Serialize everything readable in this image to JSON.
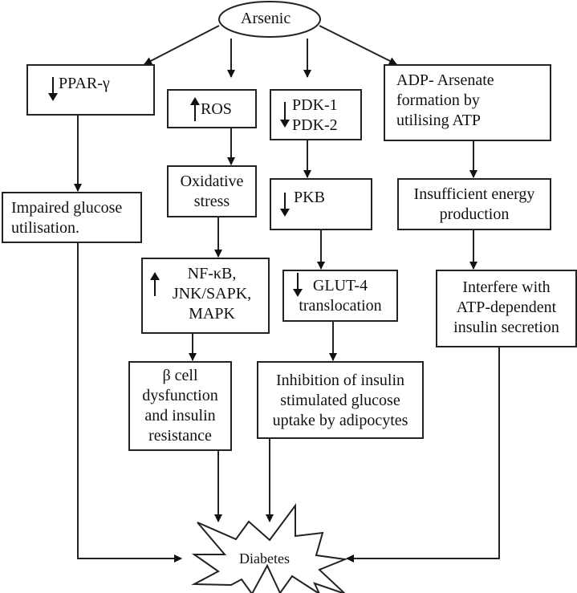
{
  "title": "Mechanisms of arsenic-induced diabetes",
  "nodes": {
    "arsenic": {
      "label": "Arsenic"
    },
    "ppar": {
      "label": "PPAR-γ",
      "direction": "decrease"
    },
    "ros": {
      "label": "ROS",
      "direction": "increase"
    },
    "pdk": {
      "line1": "PDK-1",
      "line2": "PDK-2",
      "direction": "decrease"
    },
    "adp": {
      "line1": "ADP- Arsenate",
      "line2": "formation by",
      "line3": "utilising ATP"
    },
    "impaired": {
      "line1": "Impaired glucose",
      "line2": "utilisation."
    },
    "oxidative": {
      "line1": "Oxidative",
      "line2": "stress"
    },
    "pkb": {
      "label": "PKB",
      "direction": "decrease"
    },
    "insufficient": {
      "line1": "Insufficient energy",
      "line2": "production"
    },
    "nfkb": {
      "line1": "NF-κB,",
      "line2": "JNK/SAPK,",
      "line3": "MAPK",
      "direction": "increase"
    },
    "glut4": {
      "line1": "GLUT-4",
      "line2": "translocation",
      "direction": "decrease"
    },
    "interfere": {
      "line1": "Interfere with",
      "line2": "ATP-dependent",
      "line3": "insulin secretion"
    },
    "beta": {
      "line1": "β cell",
      "line2": "dysfunction",
      "line3": "and insulin",
      "line4": "resistance"
    },
    "inhibition": {
      "line1": "Inhibition of insulin",
      "line2": "stimulated glucose",
      "line3": "uptake by adipocytes"
    },
    "diabetes": {
      "label": "Diabetes"
    }
  },
  "edges": [
    [
      "arsenic",
      "ppar"
    ],
    [
      "arsenic",
      "ros"
    ],
    [
      "arsenic",
      "pdk"
    ],
    [
      "arsenic",
      "adp"
    ],
    [
      "ppar",
      "impaired"
    ],
    [
      "ros",
      "oxidative"
    ],
    [
      "pdk",
      "pkb"
    ],
    [
      "adp",
      "insufficient"
    ],
    [
      "oxidative",
      "nfkb"
    ],
    [
      "pkb",
      "glut4"
    ],
    [
      "insufficient",
      "interfere"
    ],
    [
      "nfkb",
      "beta"
    ],
    [
      "glut4",
      "inhibition"
    ],
    [
      "impaired",
      "diabetes"
    ],
    [
      "beta",
      "diabetes"
    ],
    [
      "inhibition",
      "diabetes"
    ],
    [
      "interfere",
      "diabetes"
    ]
  ]
}
